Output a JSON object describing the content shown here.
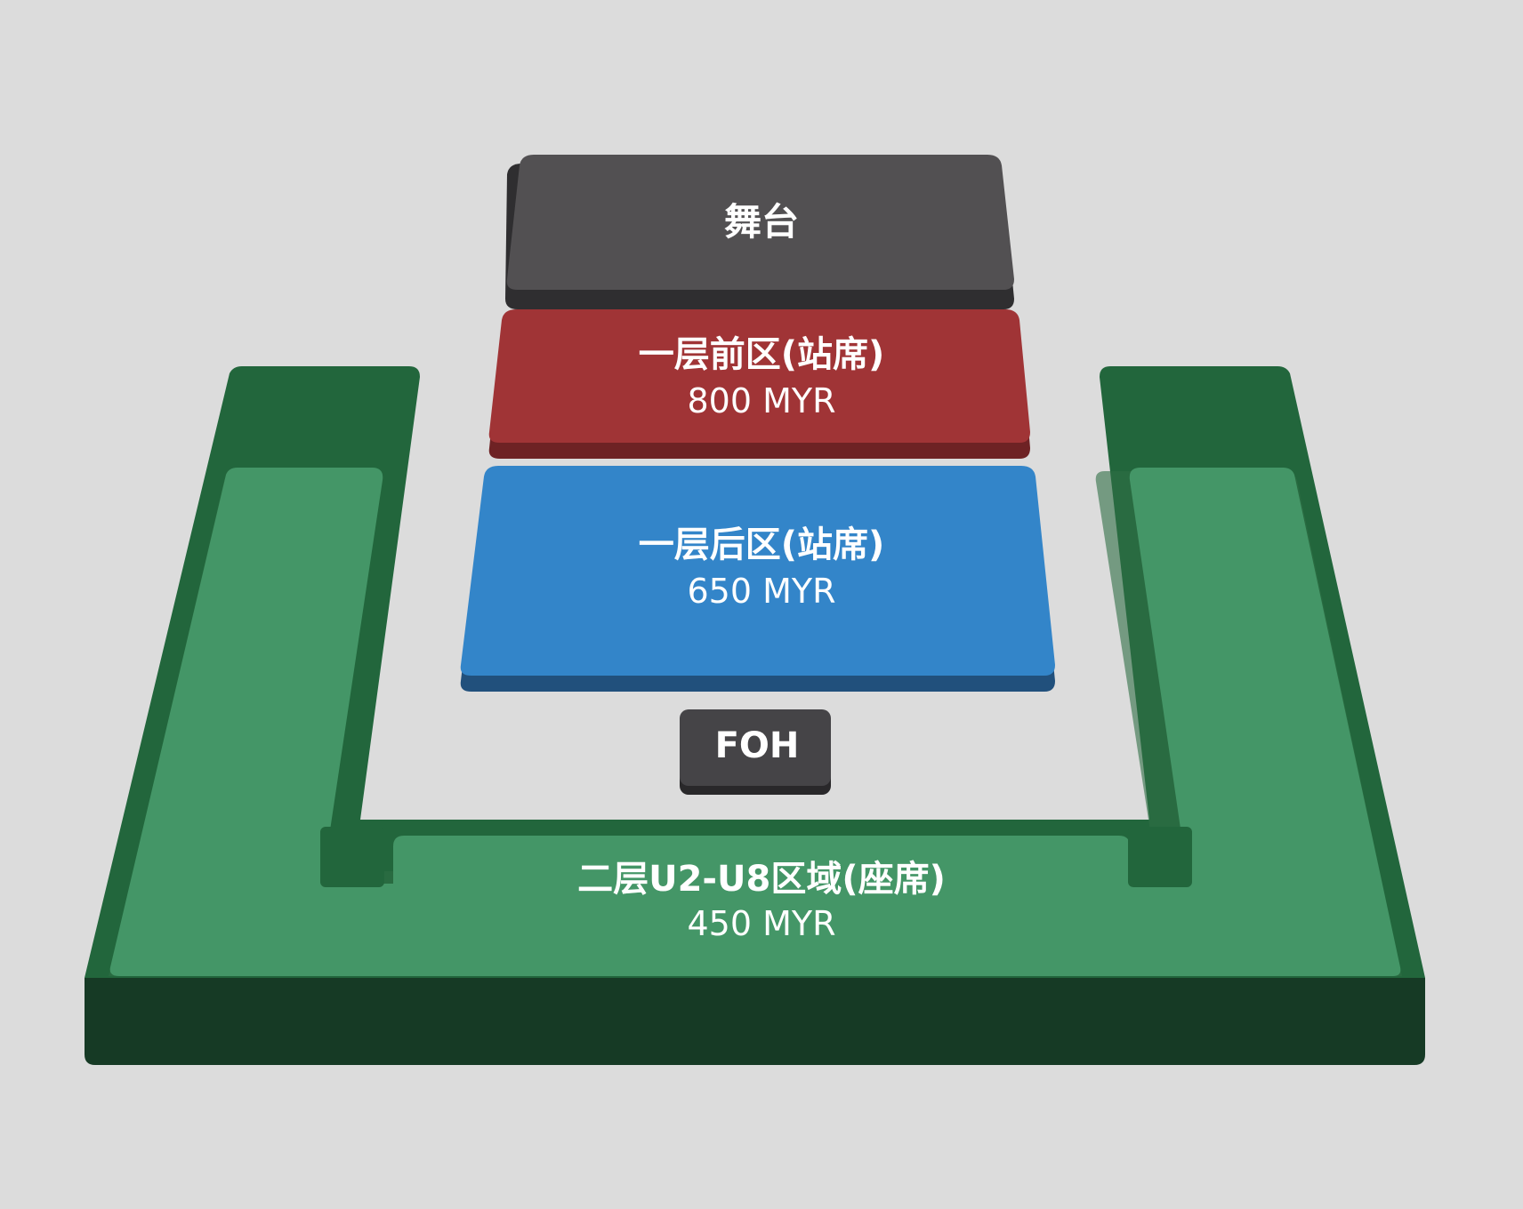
{
  "colors": {
    "background": "#dcdcdc",
    "stage": "#525052",
    "stage_shadow": "#2f2e30",
    "front_zone": "#a03436",
    "front_zone_shadow": "#6e2224",
    "rear_zone": "#3385c9",
    "rear_zone_shadow": "#21507c",
    "upper_zone_outer": "#22663c",
    "upper_zone_inner": "#449667",
    "upper_zone_side": "#163a25",
    "foh": "#454447",
    "foh_shadow": "#29282a"
  },
  "zones": {
    "stage": {
      "label": "舞台"
    },
    "front": {
      "label": "一层前区(站席)",
      "price": "800 MYR"
    },
    "rear": {
      "label": "一层后区(站席)",
      "price": "650 MYR"
    },
    "foh": {
      "label": "FOH"
    },
    "upper": {
      "label": "二层U2-U8区域(座席)",
      "price": "450 MYR"
    }
  }
}
